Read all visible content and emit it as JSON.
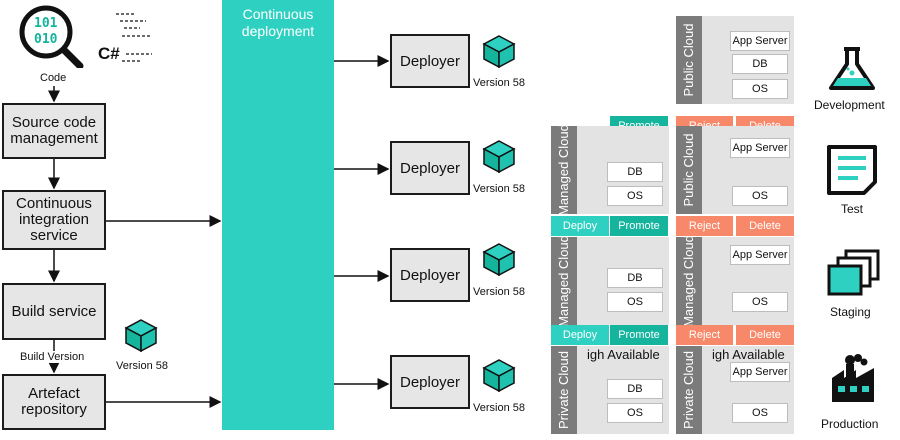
{
  "pipeline": {
    "code_label": "Code",
    "source_code_management": "Source code management",
    "continuous_integration_service": "Continuous integration service",
    "build_service": "Build service",
    "build_version_label": "Build Version",
    "artefact_repository": "Artefact repository",
    "artefact_version": "Version 58",
    "binary_digits_top": "101",
    "binary_digits_bottom": "010",
    "csharp_label": "C#"
  },
  "continuous_deployment": {
    "title": "Continuous deployment"
  },
  "deployers": [
    {
      "label": "Deployer",
      "version": "Version 58"
    },
    {
      "label": "Deployer",
      "version": "Version 58"
    },
    {
      "label": "Deployer",
      "version": "Version 58"
    },
    {
      "label": "Deployer",
      "version": "Version 58"
    }
  ],
  "environments": {
    "row1_public": {
      "side": "Public Cloud",
      "slots": [
        "App Server",
        "DB",
        "OS"
      ]
    },
    "row2_managed": {
      "side": "Managed Cloud",
      "slots": [
        "DB",
        "OS"
      ],
      "buttons": [
        "Promote"
      ]
    },
    "row2_public": {
      "side": "Public Cloud",
      "slots": [
        "App Server",
        "OS"
      ],
      "buttons": [
        "Reject",
        "Delete"
      ]
    },
    "row3_managed_left": {
      "side": "Managed Cloud",
      "slots": [
        "DB",
        "OS"
      ],
      "buttons": [
        "Deploy",
        "Promote"
      ]
    },
    "row3_managed_right": {
      "side": "Managed Cloud",
      "slots": [
        "App Server",
        "OS"
      ],
      "buttons": [
        "Reject",
        "Delete"
      ]
    },
    "row4_private_left": {
      "side": "Private Cloud",
      "header": "igh Available",
      "slots": [
        "DB",
        "OS"
      ],
      "buttons": [
        "Deploy",
        "Promote"
      ]
    },
    "row4_private_right": {
      "side": "Private Cloud",
      "header": "igh Available",
      "slots": [
        "App Server",
        "OS"
      ],
      "buttons": [
        "Reject",
        "Delete"
      ]
    }
  },
  "stages": [
    {
      "label": "Development",
      "icon": "flask-icon"
    },
    {
      "label": "Test",
      "icon": "document-icon"
    },
    {
      "label": "Staging",
      "icon": "stacked-windows-icon"
    },
    {
      "label": "Production",
      "icon": "factory-icon"
    }
  ],
  "colors": {
    "teal": "#2ed1c1",
    "dark_teal": "#14b49d",
    "orange": "#f7886a",
    "box_fill": "#e6e6e6",
    "side_gray": "#7b7b7b"
  }
}
